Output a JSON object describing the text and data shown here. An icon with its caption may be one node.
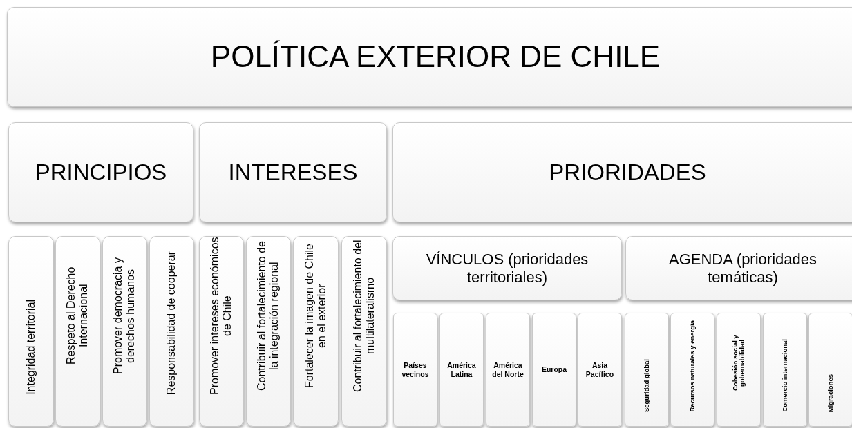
{
  "diagram": {
    "nodes": [
      {
        "text": [
          "POLÍTICA EXTERIOR DE CHILE"
        ]
      },
      {
        "text": [
          "PRINCIPIOS"
        ]
      },
      {
        "text": [
          "INTERESES"
        ]
      },
      {
        "text": [
          "PRIORIDADES"
        ]
      },
      {
        "text": [
          "Integridad territorial"
        ]
      },
      {
        "text": [
          "Respeto al Derecho Internacional"
        ]
      },
      {
        "text": [
          "Promover democracia y derechos humanos"
        ]
      },
      {
        "text": [
          "Responsabilidad de cooperar"
        ]
      },
      {
        "text": [
          "Promover intereses económicos de Chile"
        ]
      },
      {
        "text": [
          "Contribuir al fortalecimiento de la integración regional"
        ]
      },
      {
        "text": [
          "Fortalecer la imagen de Chile en el exterior"
        ]
      },
      {
        "text": [
          "Contribuir al fortalecimiento del multilateralismo"
        ]
      },
      {
        "text": [
          "VÍNCULOS (prioridades territoriales)"
        ]
      },
      {
        "text": [
          "AGENDA (prioridades temáticas)"
        ]
      },
      {
        "text": [
          "Países vecinos"
        ]
      },
      {
        "text": [
          "América Latina"
        ]
      },
      {
        "text": [
          "América del Norte"
        ]
      },
      {
        "text": [
          "Europa"
        ]
      },
      {
        "text": [
          "Asia Pacífico"
        ]
      },
      {
        "text": [
          "Seguridad global"
        ]
      },
      {
        "text": [
          "Recursos naturales y energía"
        ]
      },
      {
        "text": [
          "Cohesión social y gobernabilidad"
        ]
      },
      {
        "text": [
          "Comercio internacional"
        ]
      },
      {
        "text": [
          "Migraciones"
        ]
      }
    ]
  }
}
